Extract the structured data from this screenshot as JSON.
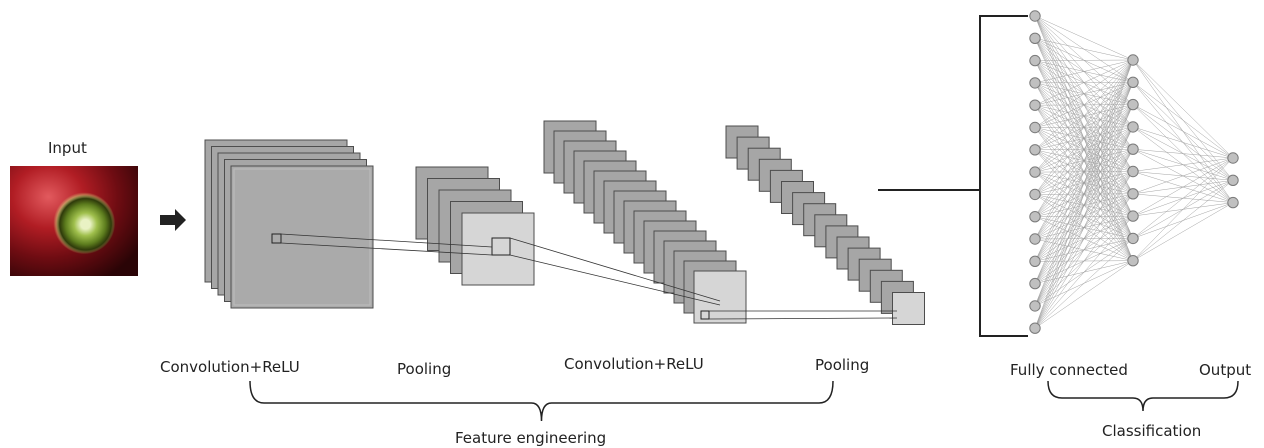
{
  "labels": {
    "input": "Input",
    "conv1": "Convolution+ReLU",
    "pool1": "Pooling",
    "conv2": "Convolution+ReLU",
    "pool2": "Pooling",
    "fully_connected": "Fully connected",
    "output": "Output",
    "feature_engineering": "Feature engineering",
    "classification": "Classification"
  },
  "image": {
    "content": "close-up of a red flower with a green center"
  },
  "feature_maps": {
    "conv1_count": 5,
    "pool1_count": 5,
    "conv2_count": 16,
    "pool2_count": 16
  },
  "network": {
    "layers": [
      15,
      10,
      3
    ]
  },
  "colors": {
    "map_fill_dark": "#a6a6a6",
    "map_fill_light": "#d6d6d6",
    "map_stroke": "#4d4d4d",
    "node_fill": "#c0c0c0",
    "edge": "#9a9a9a",
    "text": "#222222"
  }
}
